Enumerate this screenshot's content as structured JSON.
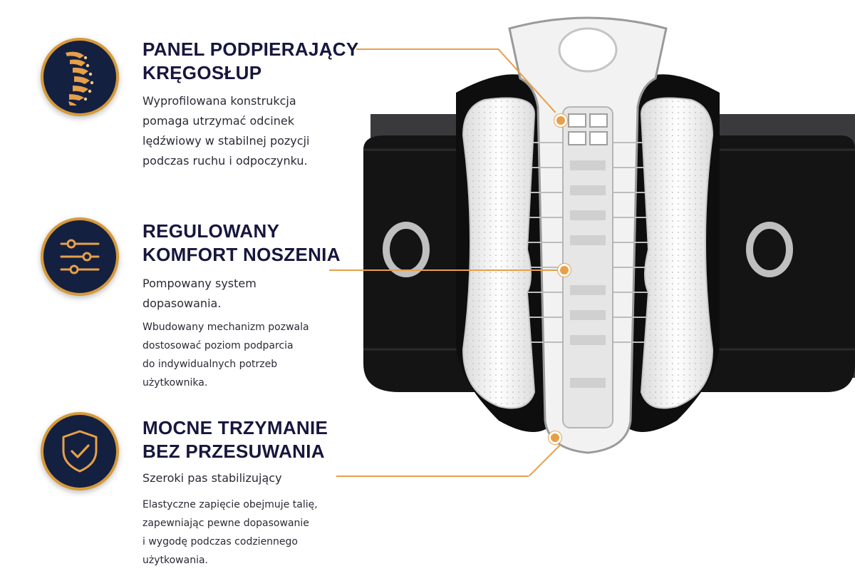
{
  "features": [
    {
      "icon": "spine-icon",
      "title_lines": [
        "PANEL PODPIERAJĄCY",
        "KRĘGOSŁUP"
      ],
      "description_lines": [
        "Wyprofilowana konstrukcja",
        "pomaga utrzymać odcinek",
        "lędźwiowy w stabilnej pozycji",
        "podczas ruchu i odpoczynku."
      ]
    },
    {
      "icon": "sliders-icon",
      "title_lines": [
        "REGULOWANY",
        "KOMFORT NOSZENIA"
      ],
      "subtitle_lines": [
        "Pompowany system",
        "dopasowania."
      ],
      "description_lines": [
        "Wbudowany mechanizm pozwala",
        "dostosować poziom podparcia",
        "do indywidualnych potrzeb",
        "użytkownika."
      ]
    },
    {
      "icon": "shield-check-icon",
      "title_lines": [
        "MOCNE TRZYMANIE",
        "BEZ PRZESUWANIA"
      ],
      "subtitle_lines": [
        "Szeroki pas stabilizujący"
      ],
      "description_lines": [
        "Elastyczne zapięcie obejmuje talię,",
        "zapewniając pewne dopasowanie",
        "i wygodę podczas codziennego",
        "użytkowania."
      ]
    }
  ],
  "colors": {
    "accent": "#e6a04a",
    "badge_bg": "#142040",
    "title": "#16163e"
  }
}
